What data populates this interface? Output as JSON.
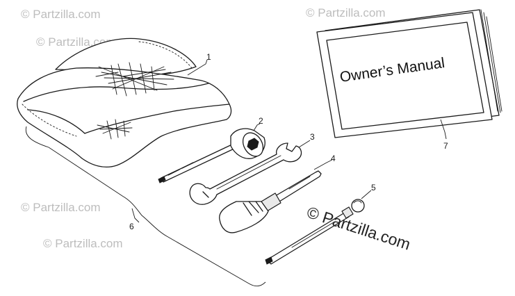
{
  "diagram": {
    "manual_cover_text": "Owner’s Manual",
    "callouts": {
      "p1": "1",
      "p2": "2",
      "p3": "3",
      "p4": "4",
      "p5": "5",
      "p6": "6",
      "p7": "7"
    },
    "watermarks": {
      "main": "© Partzilla.com",
      "ghost": "© Partzilla.com"
    }
  }
}
